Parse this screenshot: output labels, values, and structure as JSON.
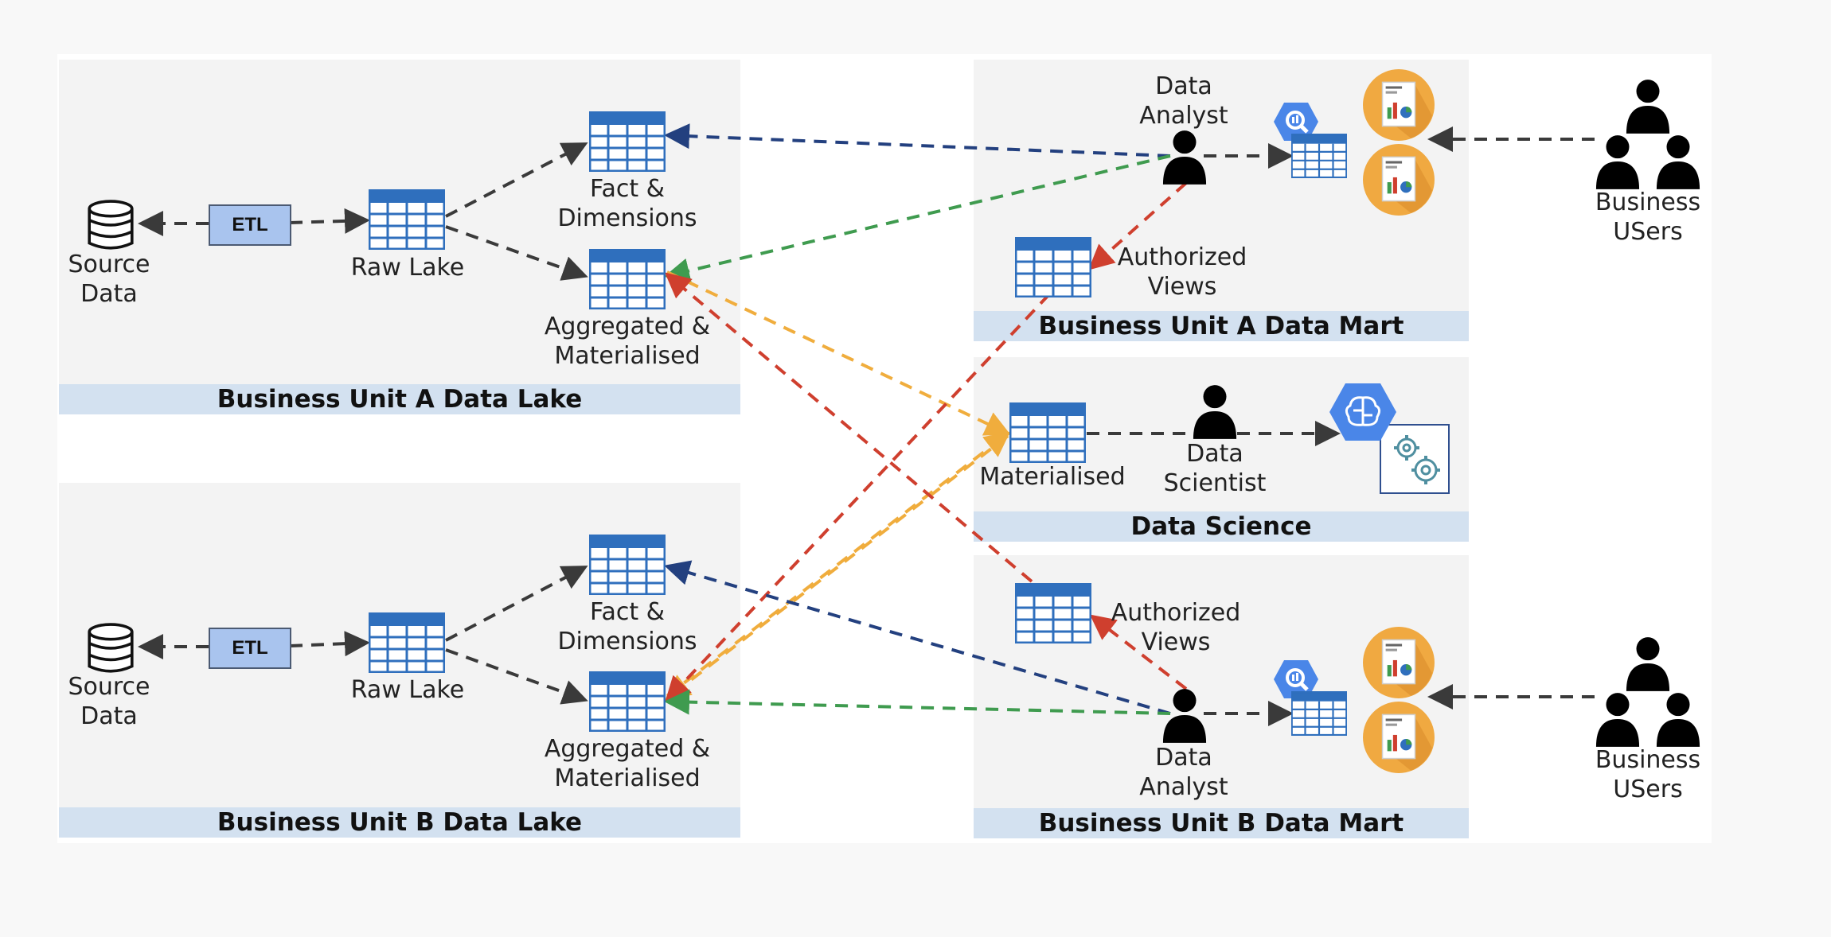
{
  "panels": {
    "lake_a": "Business Unit A Data Lake",
    "lake_b": "Business Unit B Data Lake",
    "mart_a": "Business Unit A Data Mart",
    "data_science": "Data Science",
    "mart_b": "Business Unit B Data Mart"
  },
  "lake_a": {
    "source": [
      "Source",
      "Data"
    ],
    "etl": "ETL",
    "raw": "Raw Lake",
    "fact": [
      "Fact &",
      "Dimensions"
    ],
    "aggregated": [
      "Aggregated &",
      "Materialised"
    ]
  },
  "lake_b": {
    "source": [
      "Source",
      "Data"
    ],
    "etl": "ETL",
    "raw": "Raw Lake",
    "fact": [
      "Fact &",
      "Dimensions"
    ],
    "aggregated": [
      "Aggregated &",
      "Materialised"
    ]
  },
  "mart_a": {
    "analyst": [
      "Data",
      "Analyst"
    ],
    "authorized": [
      "Authorized",
      "Views"
    ],
    "business_users": [
      "Business",
      "USers"
    ]
  },
  "data_science": {
    "materialised": "Materialised",
    "scientist": [
      "Data",
      "Scientist"
    ]
  },
  "mart_b": {
    "analyst": [
      "Data",
      "Analyst"
    ],
    "authorized": [
      "Authorized",
      "Views"
    ],
    "business_users": [
      "Business",
      "USers"
    ]
  },
  "colors": {
    "flow_dark": "#3a3a3a",
    "flow_blue": "#23407f",
    "flow_green": "#3f9b4f",
    "flow_red": "#cf3f2e",
    "flow_orange": "#f0ad3d",
    "table_blue": "#2f6fbd",
    "report_orange": "#f0a941"
  },
  "icons": [
    "database-icon",
    "table-icon",
    "person-icon",
    "bigquery-icon",
    "report-icon",
    "ml-engine-icon",
    "gears-icon",
    "user-group-icon"
  ]
}
